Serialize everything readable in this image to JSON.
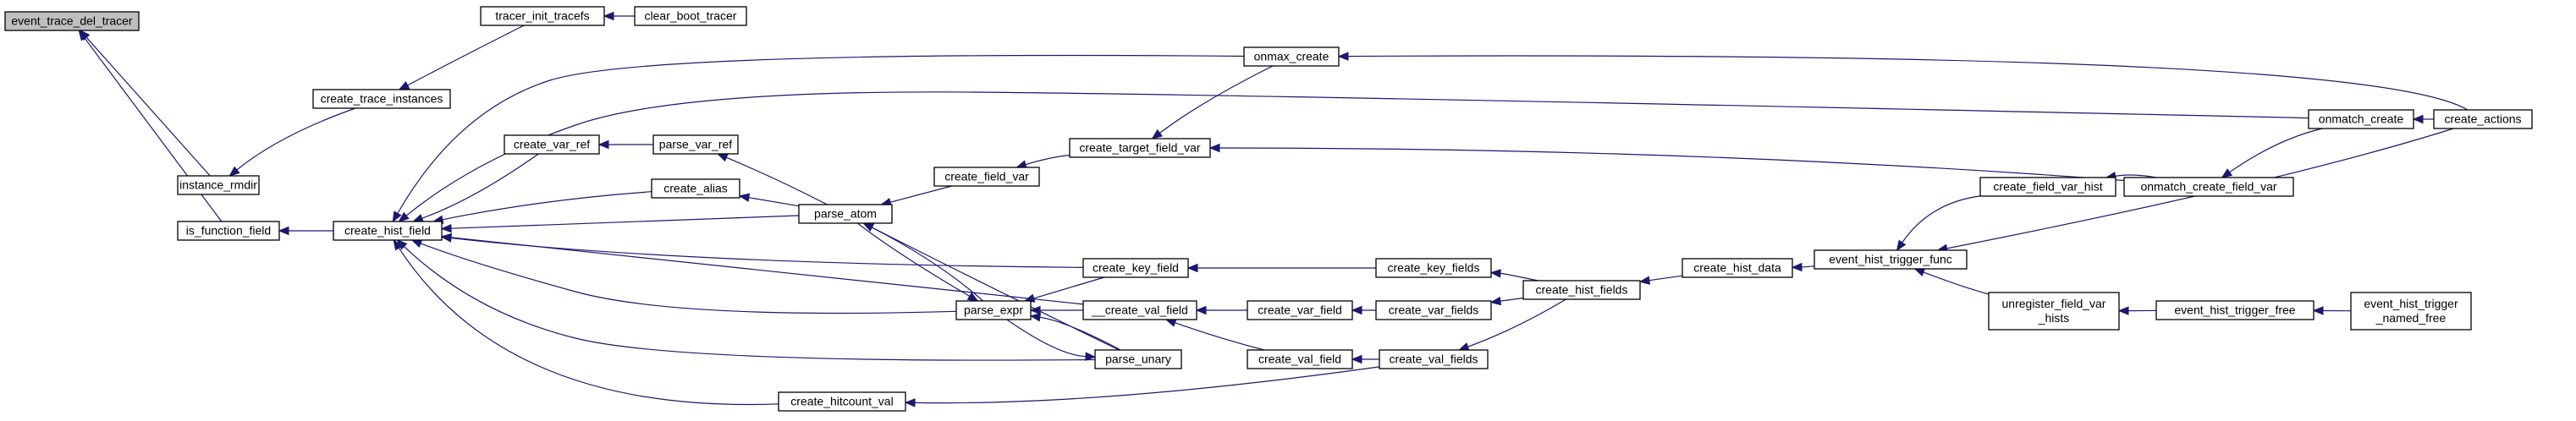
{
  "colors": {
    "node_fill": "#ffffff",
    "node_highlight_fill": "#bfbfbf",
    "node_stroke": "#000000",
    "edge": "#191970"
  },
  "nodes": [
    {
      "id": "event_trace_del_tracer",
      "lines": [
        "event_trace_del_tracer"
      ],
      "highlight": true
    },
    {
      "id": "instance_rmdir",
      "lines": [
        "instance_rmdir"
      ]
    },
    {
      "id": "is_function_field",
      "lines": [
        "is_function_field"
      ]
    },
    {
      "id": "create_trace_instances",
      "lines": [
        "create_trace_instances"
      ]
    },
    {
      "id": "tracer_init_tracefs",
      "lines": [
        "tracer_init_tracefs"
      ]
    },
    {
      "id": "clear_boot_tracer",
      "lines": [
        "clear_boot_tracer"
      ]
    },
    {
      "id": "create_hist_field",
      "lines": [
        "create_hist_field"
      ]
    },
    {
      "id": "onmax_create",
      "lines": [
        "onmax_create"
      ]
    },
    {
      "id": "create_var_ref",
      "lines": [
        "create_var_ref"
      ]
    },
    {
      "id": "parse_var_ref",
      "lines": [
        "parse_var_ref"
      ]
    },
    {
      "id": "create_alias",
      "lines": [
        "create_alias"
      ]
    },
    {
      "id": "parse_atom",
      "lines": [
        "parse_atom"
      ]
    },
    {
      "id": "create_field_var",
      "lines": [
        "create_field_var"
      ]
    },
    {
      "id": "create_target_field_var",
      "lines": [
        "create_target_field_var"
      ]
    },
    {
      "id": "parse_expr",
      "lines": [
        "parse_expr"
      ]
    },
    {
      "id": "parse_unary",
      "lines": [
        "parse_unary"
      ]
    },
    {
      "id": "create_key_field",
      "lines": [
        "create_key_field"
      ]
    },
    {
      "id": "__create_val_field",
      "lines": [
        "__create_val_field"
      ]
    },
    {
      "id": "create_hitcount_val",
      "lines": [
        "create_hitcount_val"
      ]
    },
    {
      "id": "create_var_field",
      "lines": [
        "create_var_field"
      ]
    },
    {
      "id": "create_val_field",
      "lines": [
        "create_val_field"
      ]
    },
    {
      "id": "create_key_fields",
      "lines": [
        "create_key_fields"
      ]
    },
    {
      "id": "create_var_fields",
      "lines": [
        "create_var_fields"
      ]
    },
    {
      "id": "create_val_fields",
      "lines": [
        "create_val_fields"
      ]
    },
    {
      "id": "create_hist_fields",
      "lines": [
        "create_hist_fields"
      ]
    },
    {
      "id": "create_hist_data",
      "lines": [
        "create_hist_data"
      ]
    },
    {
      "id": "event_hist_trigger_func",
      "lines": [
        "event_hist_trigger_func"
      ]
    },
    {
      "id": "create_field_var_hist",
      "lines": [
        "create_field_var_hist"
      ]
    },
    {
      "id": "unregister_field_var_hists",
      "lines": [
        "unregister_field_var",
        "_hists"
      ]
    },
    {
      "id": "onmatch_create_field_var",
      "lines": [
        "onmatch_create_field_var"
      ]
    },
    {
      "id": "event_hist_trigger_free",
      "lines": [
        "event_hist_trigger_free"
      ]
    },
    {
      "id": "event_hist_trigger_named_free",
      "lines": [
        "event_hist_trigger",
        "_named_free"
      ]
    },
    {
      "id": "onmatch_create",
      "lines": [
        "onmatch_create"
      ]
    },
    {
      "id": "create_actions",
      "lines": [
        "create_actions"
      ]
    }
  ],
  "edges": [
    [
      "instance_rmdir",
      "event_trace_del_tracer"
    ],
    [
      "is_function_field",
      "event_trace_del_tracer"
    ],
    [
      "create_trace_instances",
      "instance_rmdir"
    ],
    [
      "tracer_init_tracefs",
      "create_trace_instances"
    ],
    [
      "clear_boot_tracer",
      "tracer_init_tracefs"
    ],
    [
      "create_hist_field",
      "is_function_field"
    ],
    [
      "onmax_create",
      "create_hist_field"
    ],
    [
      "onmatch_create",
      "create_hist_field"
    ],
    [
      "create_var_ref",
      "create_hist_field"
    ],
    [
      "create_alias",
      "create_hist_field"
    ],
    [
      "parse_atom",
      "create_hist_field"
    ],
    [
      "parse_expr",
      "create_hist_field"
    ],
    [
      "create_key_field",
      "create_hist_field"
    ],
    [
      "parse_unary",
      "create_hist_field"
    ],
    [
      "__create_val_field",
      "create_hist_field"
    ],
    [
      "create_hitcount_val",
      "create_hist_field"
    ],
    [
      "parse_var_ref",
      "create_var_ref"
    ],
    [
      "parse_atom",
      "parse_var_ref"
    ],
    [
      "parse_atom",
      "create_alias"
    ],
    [
      "parse_expr",
      "parse_atom"
    ],
    [
      "parse_atom",
      "parse_expr"
    ],
    [
      "parse_unary",
      "parse_atom"
    ],
    [
      "create_field_var",
      "parse_atom"
    ],
    [
      "create_target_field_var",
      "create_field_var"
    ],
    [
      "onmax_create",
      "create_target_field_var"
    ],
    [
      "onmatch_create_field_var",
      "create_target_field_var"
    ],
    [
      "create_key_field",
      "parse_expr"
    ],
    [
      "__create_val_field",
      "parse_expr"
    ],
    [
      "parse_unary",
      "parse_expr"
    ],
    [
      "parse_expr",
      "parse_unary"
    ],
    [
      "create_key_fields",
      "create_key_field"
    ],
    [
      "create_var_field",
      "__create_val_field"
    ],
    [
      "create_val_field",
      "__create_val_field"
    ],
    [
      "create_val_fields",
      "create_hitcount_val"
    ],
    [
      "create_var_fields",
      "create_var_field"
    ],
    [
      "create_val_fields",
      "create_val_field"
    ],
    [
      "create_hist_fields",
      "create_key_fields"
    ],
    [
      "create_hist_fields",
      "create_var_fields"
    ],
    [
      "create_hist_fields",
      "create_val_fields"
    ],
    [
      "create_hist_data",
      "create_hist_fields"
    ],
    [
      "event_hist_trigger_func",
      "create_hist_data"
    ],
    [
      "create_field_var_hist",
      "event_hist_trigger_func"
    ],
    [
      "unregister_field_var_hists",
      "event_hist_trigger_func"
    ],
    [
      "create_actions",
      "event_hist_trigger_func"
    ],
    [
      "onmatch_create_field_var",
      "create_field_var_hist"
    ],
    [
      "event_hist_trigger_free",
      "unregister_field_var_hists"
    ],
    [
      "event_hist_trigger_named_free",
      "event_hist_trigger_free"
    ],
    [
      "onmatch_create",
      "onmatch_create_field_var"
    ],
    [
      "create_actions",
      "onmatch_create"
    ],
    [
      "create_actions",
      "onmax_create"
    ]
  ]
}
